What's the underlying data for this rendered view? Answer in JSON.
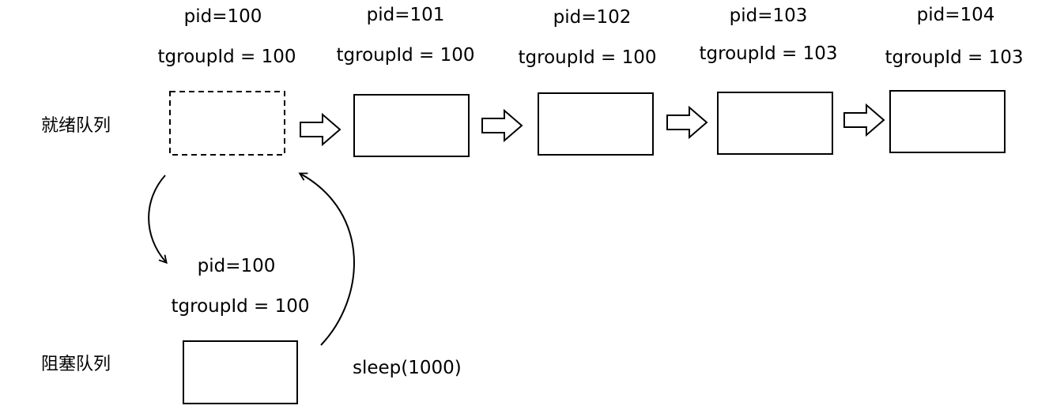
{
  "ready_queue": {
    "label": "就绪队列",
    "processes": [
      {
        "pid": "pid=100",
        "tgroup": "tgroupId = 100",
        "vacated": true
      },
      {
        "pid": "pid=101",
        "tgroup": "tgroupId = 100",
        "vacated": false
      },
      {
        "pid": "pid=102",
        "tgroup": "tgroupId = 100",
        "vacated": false
      },
      {
        "pid": "pid=103",
        "tgroup": "tgroupId = 103",
        "vacated": false
      },
      {
        "pid": "pid=104",
        "tgroup": "tgroupId = 103",
        "vacated": false
      }
    ]
  },
  "blocked_queue": {
    "label": "阻塞队列",
    "process": {
      "pid": "pid=100",
      "tgroup": "tgroupId = 100"
    }
  },
  "sleep_call": "sleep(1000)",
  "colors": {
    "stroke": "#000000",
    "background": "#ffffff"
  }
}
